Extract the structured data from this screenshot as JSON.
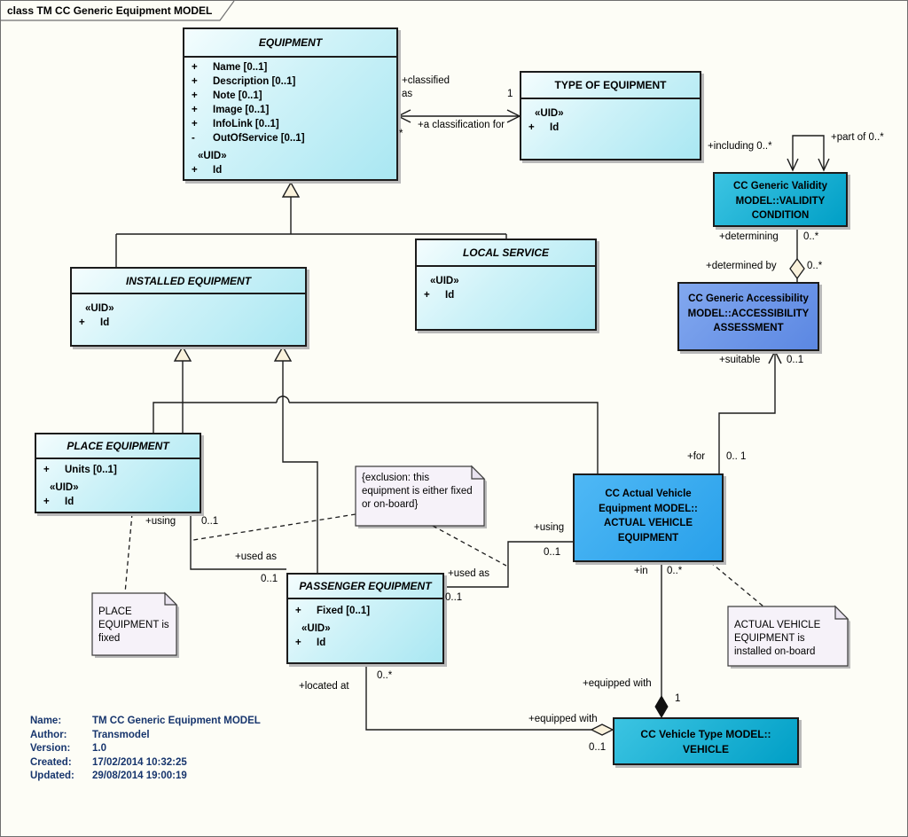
{
  "diagram_title": "class TM CC Generic Equipment MODEL",
  "classes": {
    "equipment": {
      "name": "EQUIPMENT",
      "attrs": [
        {
          "sign": "+",
          "text": "Name [0..1]"
        },
        {
          "sign": "+",
          "text": "Description [0..1]"
        },
        {
          "sign": "+",
          "text": "Note [0..1]"
        },
        {
          "sign": "+",
          "text": "Image [0..1]"
        },
        {
          "sign": "+",
          "text": "InfoLink [0..1]"
        },
        {
          "sign": "-",
          "text": "OutOfService [0..1]"
        }
      ],
      "stereotype": "«UID»",
      "id_attr": {
        "sign": "+",
        "text": "Id"
      }
    },
    "type_of_equipment": {
      "name": "TYPE OF EQUIPMENT",
      "stereotype": "«UID»",
      "id_attr": {
        "sign": "+",
        "text": "Id"
      }
    },
    "installed_equipment": {
      "name": "INSTALLED EQUIPMENT",
      "stereotype": "«UID»",
      "id_attr": {
        "sign": "+",
        "text": "Id"
      }
    },
    "local_service": {
      "name": "LOCAL SERVICE",
      "stereotype": "«UID»",
      "id_attr": {
        "sign": "+",
        "text": "Id"
      }
    },
    "place_equipment": {
      "name": "PLACE EQUIPMENT",
      "attrs": [
        {
          "sign": "+",
          "text": "Units [0..1]"
        }
      ],
      "stereotype": "«UID»",
      "id_attr": {
        "sign": "+",
        "text": "Id"
      }
    },
    "passenger_equipment": {
      "name": "PASSENGER EQUIPMENT",
      "attrs": [
        {
          "sign": "+",
          "text": "Fixed [0..1]"
        }
      ],
      "stereotype": "«UID»",
      "id_attr": {
        "sign": "+",
        "text": "Id"
      }
    },
    "validity_condition": {
      "name_lines": [
        "CC Generic Validity",
        "MODEL::VALIDITY",
        "CONDITION"
      ]
    },
    "accessibility_assessment": {
      "name_lines": [
        "CC Generic Accessibility",
        "MODEL::ACCESSIBILITY",
        "ASSESSMENT"
      ]
    },
    "actual_vehicle_equipment": {
      "name_lines": [
        "CC Actual Vehicle",
        "Equipment MODEL::",
        "ACTUAL VEHICLE",
        "EQUIPMENT"
      ]
    },
    "vehicle": {
      "name_lines": [
        "CC Vehicle Type MODEL::",
        "VEHICLE"
      ]
    }
  },
  "notes": {
    "exclusion": {
      "text": "{exclusion: this equipment is either fixed or on-board}"
    },
    "place_fixed": {
      "text": "PLACE EQUIPMENT is fixed"
    },
    "ave_onboard": {
      "text": "ACTUAL VEHICLE EQUIPMENT is installed on-board"
    }
  },
  "edge_labels": [
    {
      "text": "+classified"
    },
    {
      "text": "as"
    },
    {
      "text": "1"
    },
    {
      "text": "+a classification for"
    },
    {
      "text": "*"
    },
    {
      "text": "+including 0..*"
    },
    {
      "text": "+part of 0..*"
    },
    {
      "text": "+determining"
    },
    {
      "text": "0..*"
    },
    {
      "text": "+determined by"
    },
    {
      "text": "0..*"
    },
    {
      "text": "+suitable"
    },
    {
      "text": "0..1"
    },
    {
      "text": "+for"
    },
    {
      "text": "0.. 1"
    },
    {
      "text": "+using"
    },
    {
      "text": "0..1"
    },
    {
      "text": "+used as"
    },
    {
      "text": "0..1"
    },
    {
      "text": "+used as"
    },
    {
      "text": "0..1"
    },
    {
      "text": "+using"
    },
    {
      "text": "0..1"
    },
    {
      "text": "+in"
    },
    {
      "text": "0..*"
    },
    {
      "text": "+equipped with"
    },
    {
      "text": "1"
    },
    {
      "text": "+located at"
    },
    {
      "text": "0..*"
    },
    {
      "text": "+equipped with"
    },
    {
      "text": "0..1"
    }
  ],
  "metadata": {
    "rows": [
      {
        "label": "Name:",
        "value": "TM CC Generic Equipment MODEL"
      },
      {
        "label": "Author:",
        "value": "Transmodel"
      },
      {
        "label": "Version:",
        "value": "1.0"
      },
      {
        "label": "Created:",
        "value": "17/02/2014 10:32:25"
      },
      {
        "label": "Updated:",
        "value": "29/08/2014 19:00:19"
      }
    ]
  },
  "colors": {
    "light_class_fill": "#a9e7f2",
    "cyan_class_fill": "#00a5cc",
    "blue_class_fill": "#6793e8",
    "bright_class_fill": "#2ea6ec",
    "note_fill": "#f6f2f9",
    "metadata_text": "#17356d",
    "line": "#1c1c1c",
    "canvas": "#fdfdf6"
  }
}
